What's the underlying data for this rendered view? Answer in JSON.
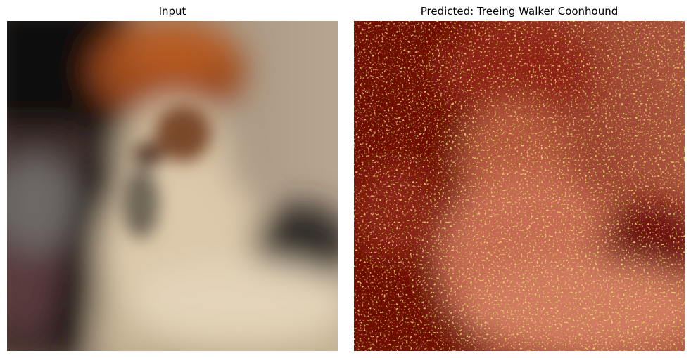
{
  "panels": [
    {
      "title": "Input",
      "image_icon": "blurred-cat-photo"
    },
    {
      "title": "Predicted: Treeing Walker Coonhound",
      "image_icon": "saliency-heatmap-overlay"
    }
  ],
  "colors": {
    "background": "#ffffff",
    "title_text": "#000000",
    "heatmap_base": "#7a1208",
    "heatmap_hot": "#d9d22a",
    "heatmap_cool": "#2e8a8a"
  }
}
